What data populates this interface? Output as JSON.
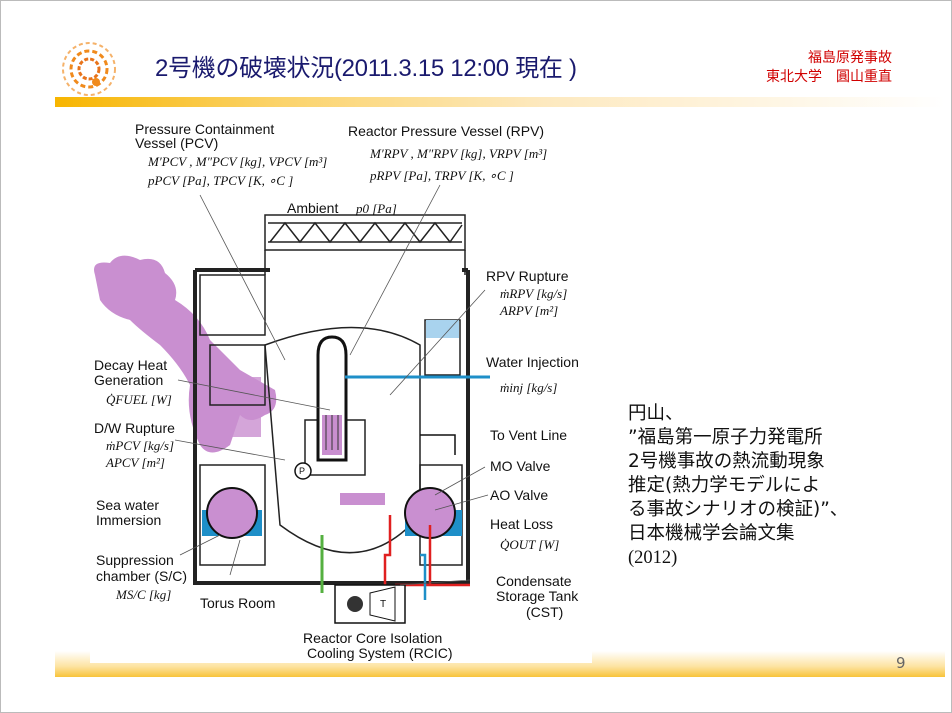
{
  "header": {
    "title": "2号機の破壊状況(2011.3.15 12:00 現在 )",
    "affiliation_line1": "福島原発事故",
    "affiliation_line2": "東北大学　圓山重直"
  },
  "diagram": {
    "pcv_title1": "Pressure Containment",
    "pcv_title2": "Vessel (PCV)",
    "pcv_vars1": "M′PCV , M″PCV [kg], VPCV [m³]",
    "pcv_vars2": "pPCV [Pa], TPCV [K, ∘C ]",
    "rpv_title": "Reactor Pressure Vessel (RPV)",
    "rpv_vars1": "M′RPV , M″RPV [kg], VRPV [m³]",
    "rpv_vars2": "pRPV [Pa], TRPV [K, ∘C ]",
    "ambient": "Ambient",
    "ambient_var": "p0 [Pa]",
    "rpv_rupture": "RPV Rupture",
    "rpv_rupture_v1": "ṁRPV [kg/s]",
    "rpv_rupture_v2": "ARPV [m²]",
    "water_injection": "Water Injection",
    "water_injection_v": "ṁinj [kg/s]",
    "decay_heat1": "Decay Heat",
    "decay_heat2": "Generation",
    "decay_heat_v": "Q̇FUEL [W]",
    "dw_rupture": "D/W Rupture",
    "dw_rupture_v1": "ṁPCV [kg/s]",
    "dw_rupture_v2": "APCV [m²]",
    "sea_water1": "Sea water",
    "sea_water2": "Immersion",
    "suppression1": "Suppression",
    "suppression2": "chamber (S/C)",
    "suppression_v": "MS/C [kg]",
    "torus_room": "Torus Room",
    "to_vent": "To Vent Line",
    "mo_valve": "MO Valve",
    "ao_valve": "AO Valve",
    "heat_loss": "Heat Loss",
    "heat_loss_v": "Q̇OUT [W]",
    "cst1": "Condensate",
    "cst2": "Storage Tank",
    "cst3": "(CST)",
    "rcic1": "Reactor Core Isolation",
    "rcic2": "Cooling System (RCIC)",
    "pump_label": "P",
    "turbine_label": "T"
  },
  "citation": {
    "lines": [
      "円山、",
      "”福島第一原子力発電所",
      "2号機事故の熱流動現象",
      "推定(熱力学モデルによ",
      "る事故シナリオの検証)”、",
      "日本機械学会論文集",
      "(2012)"
    ]
  },
  "footer": {
    "page_number": "9"
  },
  "colors": {
    "title": "#1a1a6e",
    "affiliation": "#d00000",
    "steam": "#c98fd0",
    "water": "#1e8fc8",
    "accent_bar": "#f7b500"
  }
}
